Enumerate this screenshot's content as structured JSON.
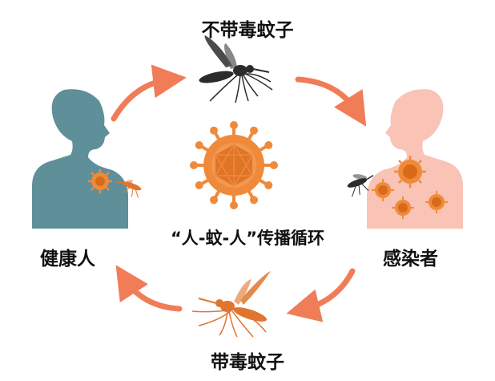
{
  "labels": {
    "mosquito_uninfected": "不带毒蚊子",
    "mosquito_infected": "带毒蚊子",
    "healthy_person": "健康人",
    "infected_person": "感染者",
    "cycle": "“人-蚊-人”传播循环"
  },
  "colors": {
    "healthy_body": "#5f8f99",
    "infected_body": "#f9c3b5",
    "virus": "#ef8a3b",
    "virus_dark": "#d96a1a",
    "arrow": "#f07c58",
    "mosquito_dark": "#2b2b2b",
    "mosquito_orange": "#e0752f"
  },
  "icons": [
    "virus-icon",
    "mosquito-icon",
    "person-silhouette-icon",
    "cycle-arrow-icon"
  ]
}
